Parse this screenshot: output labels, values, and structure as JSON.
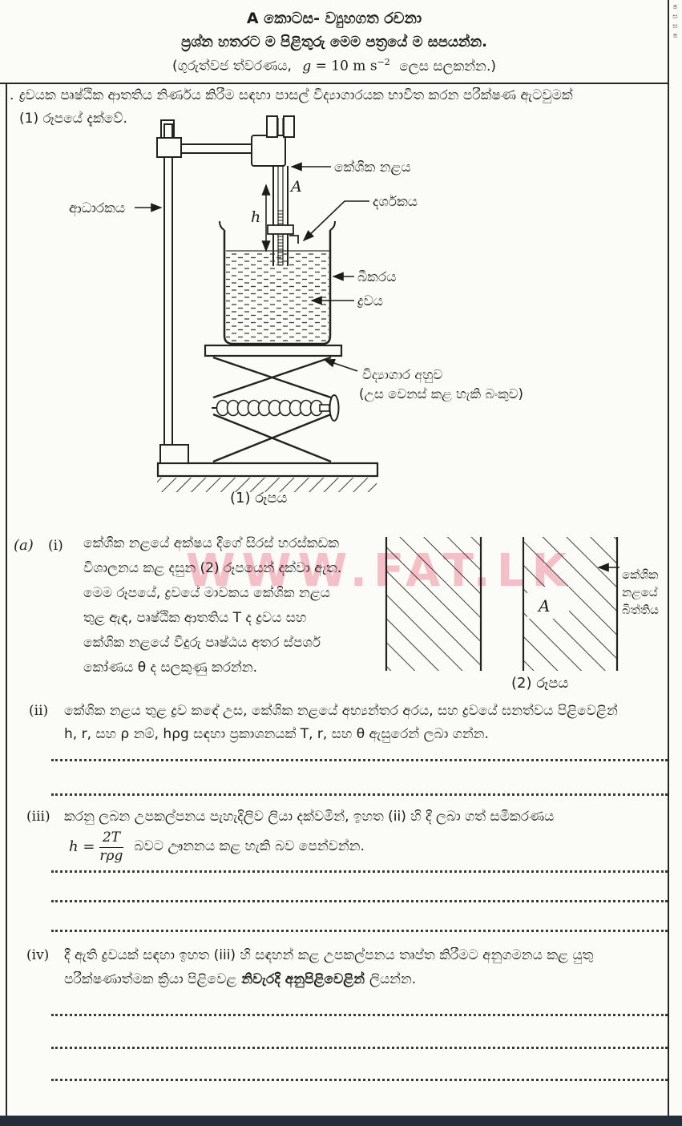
{
  "page": {
    "edge_marks": "෧ඝඝ෧",
    "watermark": "WWW.FAT.LK"
  },
  "header": {
    "title": "A කොටස- ව්‍යුහගත රචනා",
    "instruction": "ප්‍රශ්න හතරට ම පිළිතුරු මෙම පත්‍රයේ ම සපයන්න.",
    "gravity_prefix": "(ගුරුත්වජ ත්වරණය,",
    "g_symbol": "g",
    "g_value": " = 10 m s",
    "g_sup": "−2",
    "gravity_suffix": " ලෙස සලකන්න.)"
  },
  "question1": {
    "number_mark": ".",
    "intro_line1": "ද්‍රවයක පෘෂ්ඨික ආතතිය නිර්ණය කිරීම සඳහා පාසල් විද්‍යාගාරයක භාවිත කරන පරීක්ෂණ ඇටවුමක්",
    "intro_line2": "(1) රූපයේ දැක්වේ.",
    "figure1": {
      "caption": "(1) රූපය",
      "label_stand": "ආධාරකය",
      "label_capillary": "කේශික නළය",
      "label_index": "දර්ශකය",
      "label_beaker": "බීකරය",
      "label_liquid": "ද්‍රවය",
      "label_jack_line1": "විද්‍යාගාර අහුව",
      "label_jack_line2": "(උස වෙනස් කළ හැකි බංකුව)",
      "label_h": "h",
      "label_A": "A"
    },
    "part_a": {
      "label": "(a)",
      "i": {
        "label": "(i)",
        "lines": [
          "කේශික නළයේ අක්ෂය දිගේ සිරස් හරස්කඩක",
          "විශාලනය කළ දසුන (2) රූපයෙන් දක්වා ඇත.",
          "මෙම රූපයේ, ද්‍රවයේ මාවකය කේශික නළය",
          "තුළ ඇඳ, පෘෂ්ඨික ආතතිය T ද ද්‍රවය සහ",
          "කේශික නළයේ වීදුරු පෘෂ්ඨය අතර ස්පර්ශ",
          "කෝණය θ ද සලකුණු කරන්න."
        ]
      },
      "figure2": {
        "caption": "(2) රූපය",
        "label_A": "A",
        "wall_label_line1": "කේශික",
        "wall_label_line2": "නළයේ",
        "wall_label_line3": "බිත්තිය"
      },
      "ii": {
        "label": "(ii)",
        "line1": "කේශික නළය තුළ ද්‍රව කඳේ උස, කේශික නළයේ අභ්‍යන්තර අරය, සහ ද්‍රවයේ ඝනත්වය පිළිවෙළින්",
        "line2": "h, r, සහ ρ නම්,  hρg  සඳහා ප්‍රකාශනයක්  T, r, සහ θ  ඇසුරෙන් ලබා ගන්න."
      },
      "iii": {
        "label": "(iii)",
        "line1": "කරනු ලබන උපකල්පනය පැහැදිලිව ලියා දක්වමින්, ඉහත (ii) හි දී ලබා ගත් සමීකරණය",
        "eq_lhs": "h =",
        "eq_num": "2T",
        "eq_den": "rρg",
        "line2_rest": "බවට ඌනනය කළ හැකි බව පෙන්වන්න."
      },
      "iv": {
        "label": "(iv)",
        "line1": "දී ඇති ද්‍රවයක් සඳහා ඉහත (iii) හි සඳහන් කළ උපකල්පනය තෘප්ත කිරීමට අනුගමනය කළ යුතු",
        "line2_normal": "පරීක්ෂණාත්මක ක්‍රියා පිළිවෙළ",
        "line2_bold": " නිවැරදි අනුපිළිවෙළින් ",
        "line2_end": "ලියන්න."
      }
    }
  }
}
